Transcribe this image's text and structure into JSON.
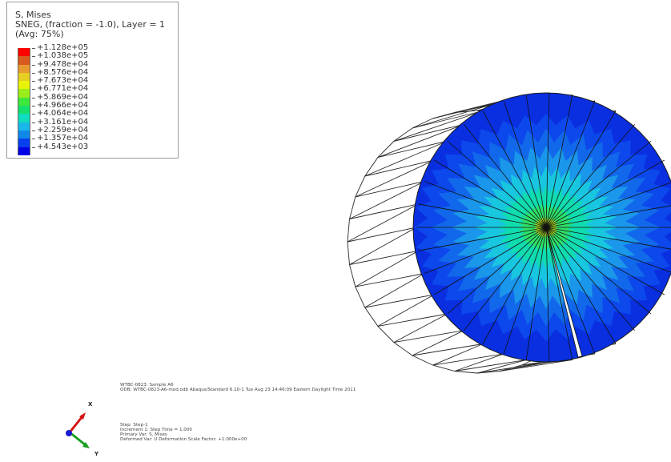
{
  "legend": {
    "title_line1": "S, Mises",
    "title_line2": "SNEG, (fraction = -1.0), Layer = 1",
    "title_line3": "(Avg: 75%)",
    "colors": [
      "#ff0000",
      "#d85a1e",
      "#e89a30",
      "#e6cf22",
      "#eaf20a",
      "#9aee1a",
      "#3ee83a",
      "#16e06c",
      "#10dcbf",
      "#1ab8ea",
      "#1088e8",
      "#0840f0",
      "#0000e4"
    ],
    "values": [
      "+1.128e+05",
      "+1.038e+05",
      "+9.478e+04",
      "+8.576e+04",
      "+7.673e+04",
      "+6.771e+04",
      "+5.869e+04",
      "+4.966e+04",
      "+4.064e+04",
      "+3.161e+04",
      "+2.259e+04",
      "+1.357e+04",
      "+4.543e+03"
    ]
  },
  "footer": {
    "model_line": "WTBC-0823: Sample A6",
    "odb_line": "ODB: WTBC-0823-A6-mod.odb    Abaqus/Standard 6.10-1    Tue Aug 23 14:46:09 Eastern Daylight Time 2011",
    "step_line": "Step: Step-1",
    "increment_line": "Increment      1: Step Time =    1.000",
    "primary_var_line": "Primary Var: S, Mises",
    "deformed_var_line": "Deformed Var: U   Deformation Scale Factor: +1.000e+00"
  },
  "triad": {
    "x_label": "X",
    "y_label": "Y"
  }
}
